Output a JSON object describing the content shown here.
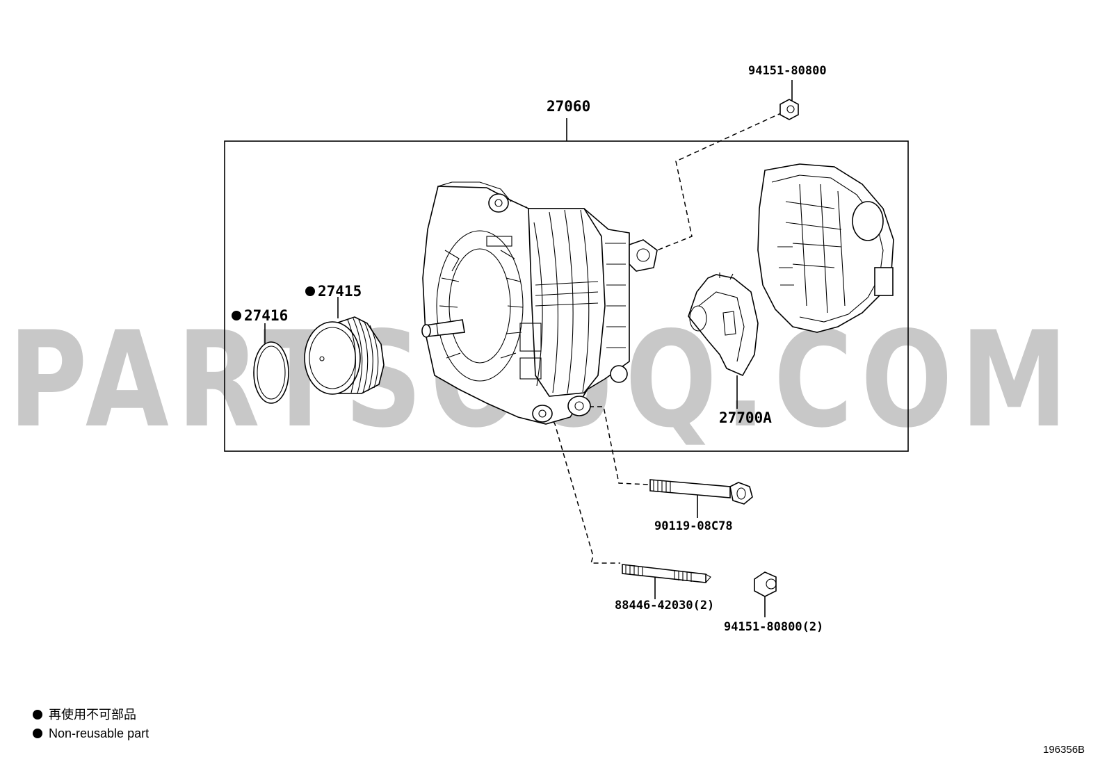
{
  "watermark": "PARTSOUQ.COM",
  "parts": {
    "assembly": "27060",
    "pulley_cap": "27416",
    "pulley": "27415",
    "regulator": "27700A",
    "nut_top": "94151-80800",
    "bolt": "90119-08C78",
    "stud": "88446-42030(2)",
    "nut_bottom": "94151-80800(2)"
  },
  "legend": {
    "jp": "再使用不可部品",
    "en": "Non-reusable part"
  },
  "ref_code": "196356B"
}
